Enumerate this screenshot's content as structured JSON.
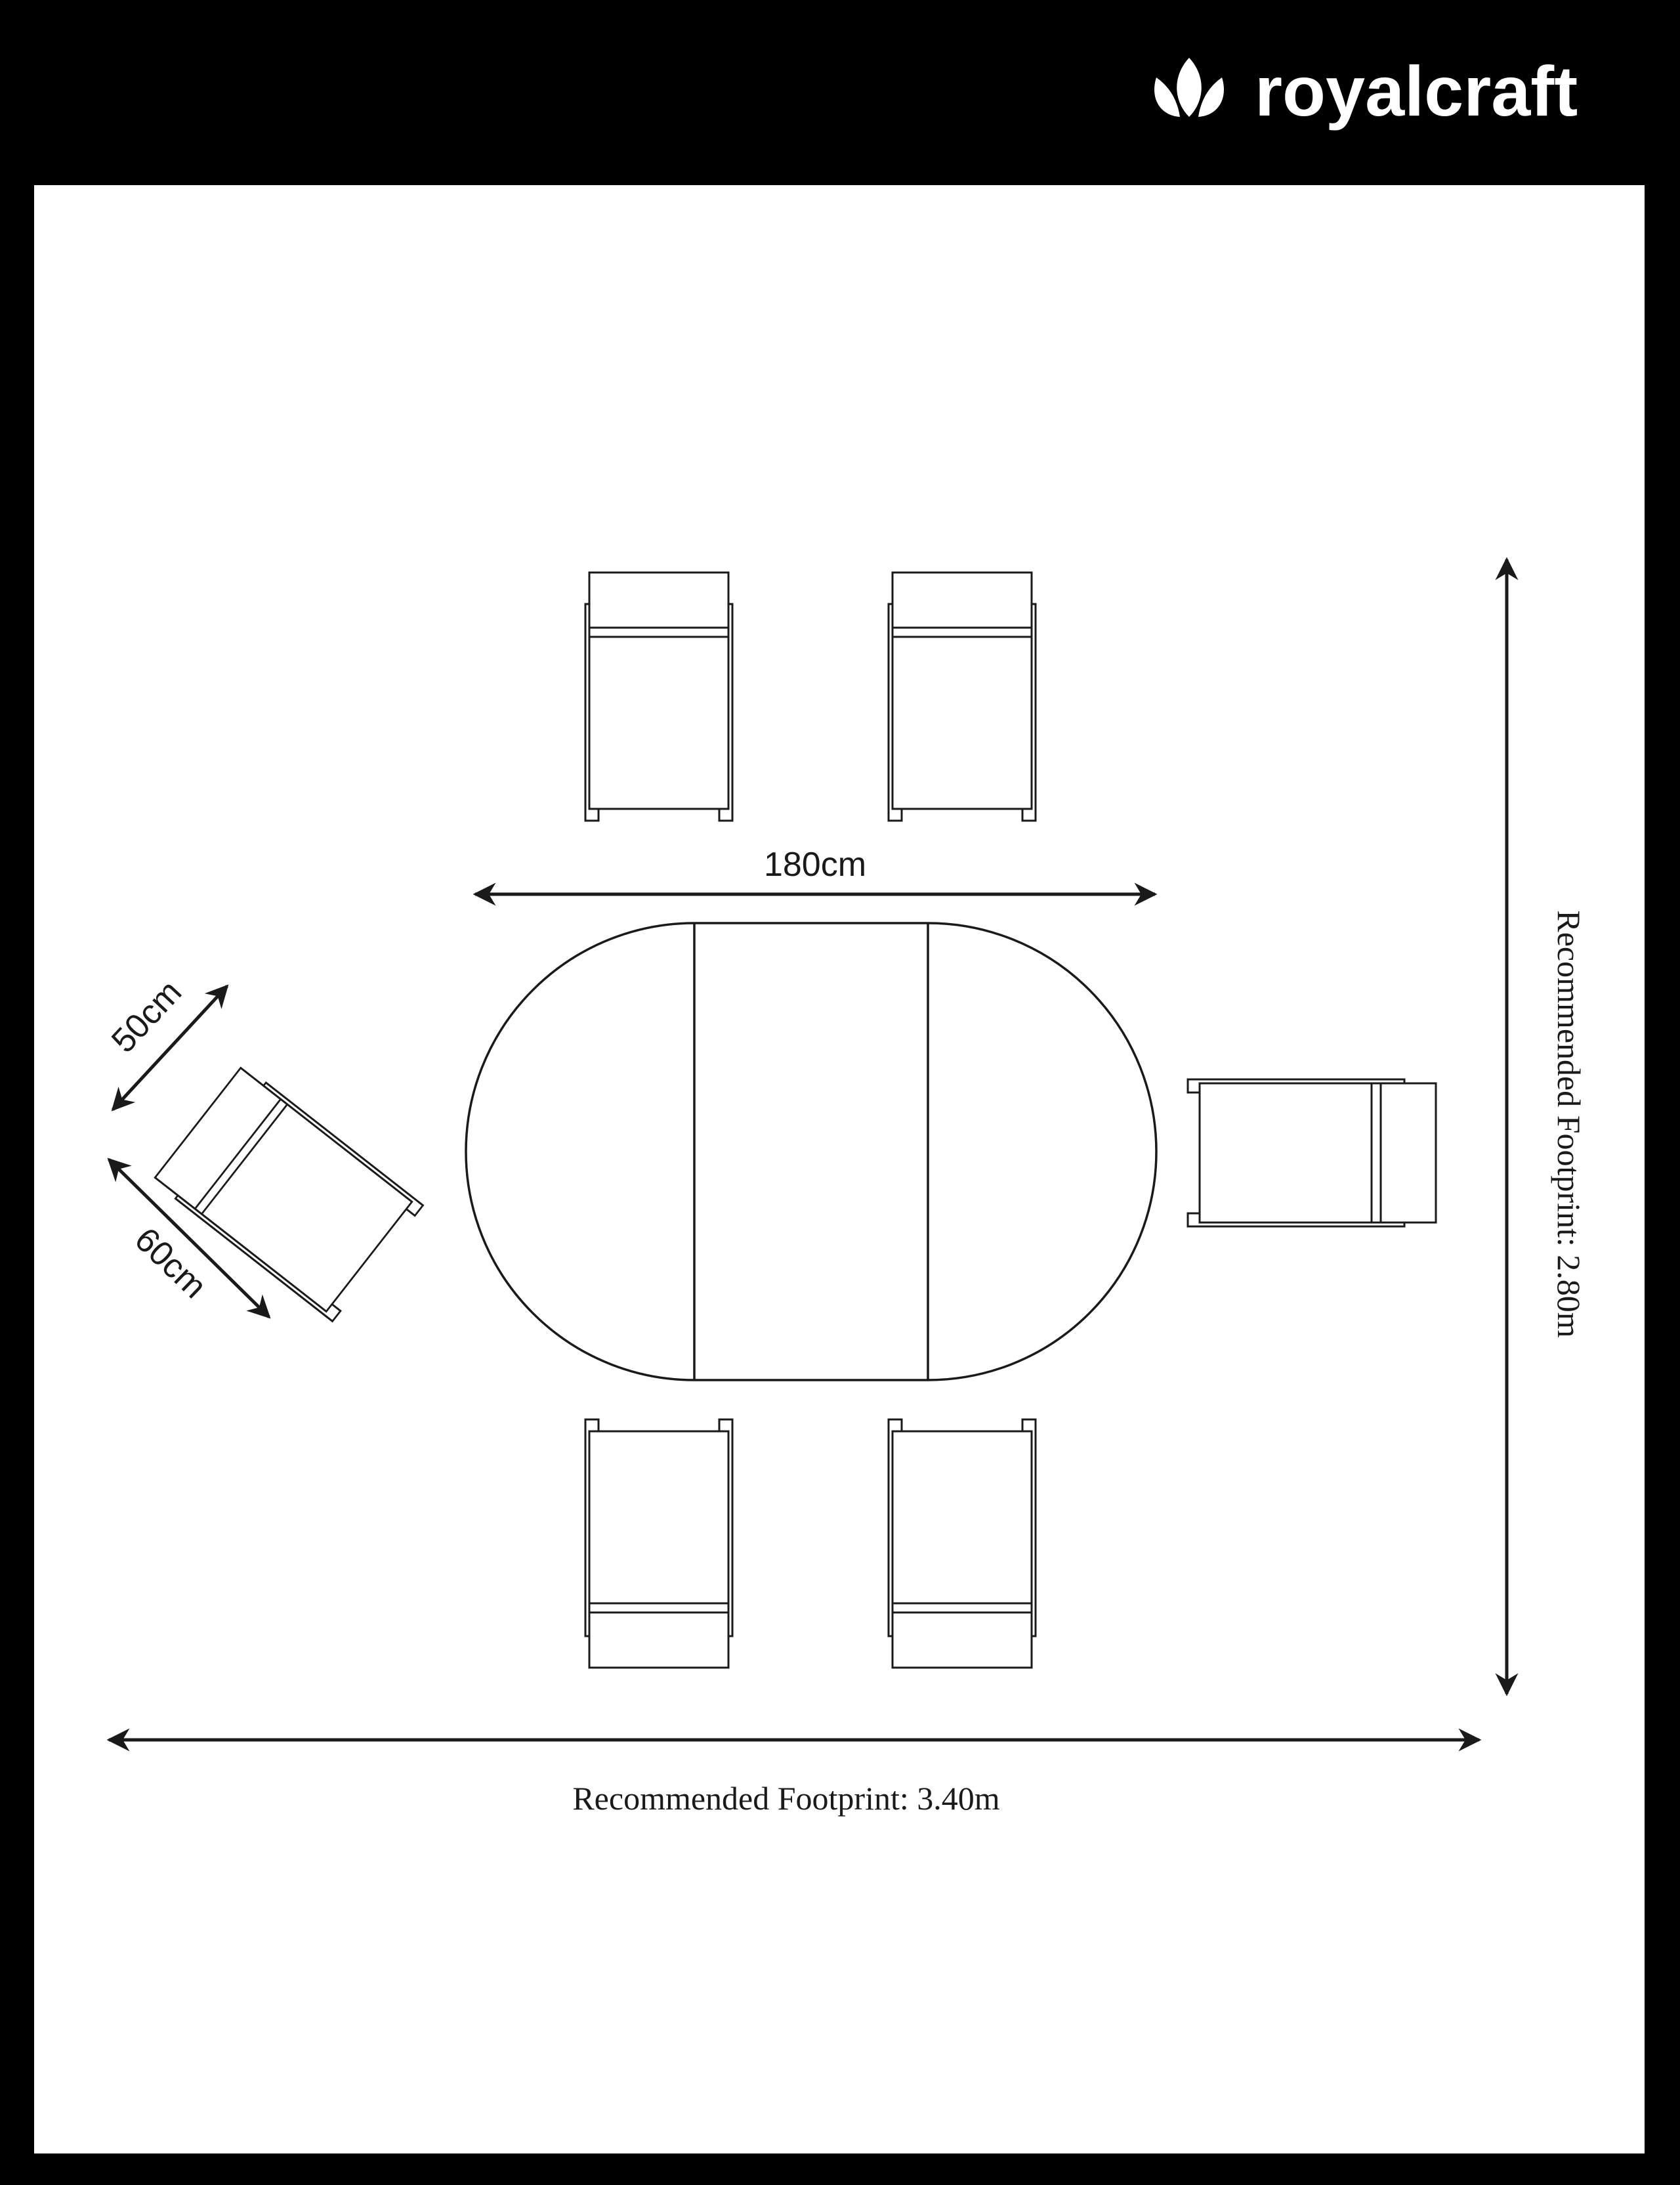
{
  "brand": {
    "name": "royalcraft",
    "logo_icon": "crown-leaf-icon"
  },
  "table": {
    "length_label": "180cm"
  },
  "chair": {
    "width_label": "50cm",
    "depth_label": "60cm"
  },
  "footprint": {
    "width_label": "Recommended Footprint: 3.40m",
    "depth_label": "Recommended Footprint: 2.80m"
  },
  "colors": {
    "frame": "#000000",
    "paper": "#ffffff",
    "line": "#1a1a1a"
  }
}
